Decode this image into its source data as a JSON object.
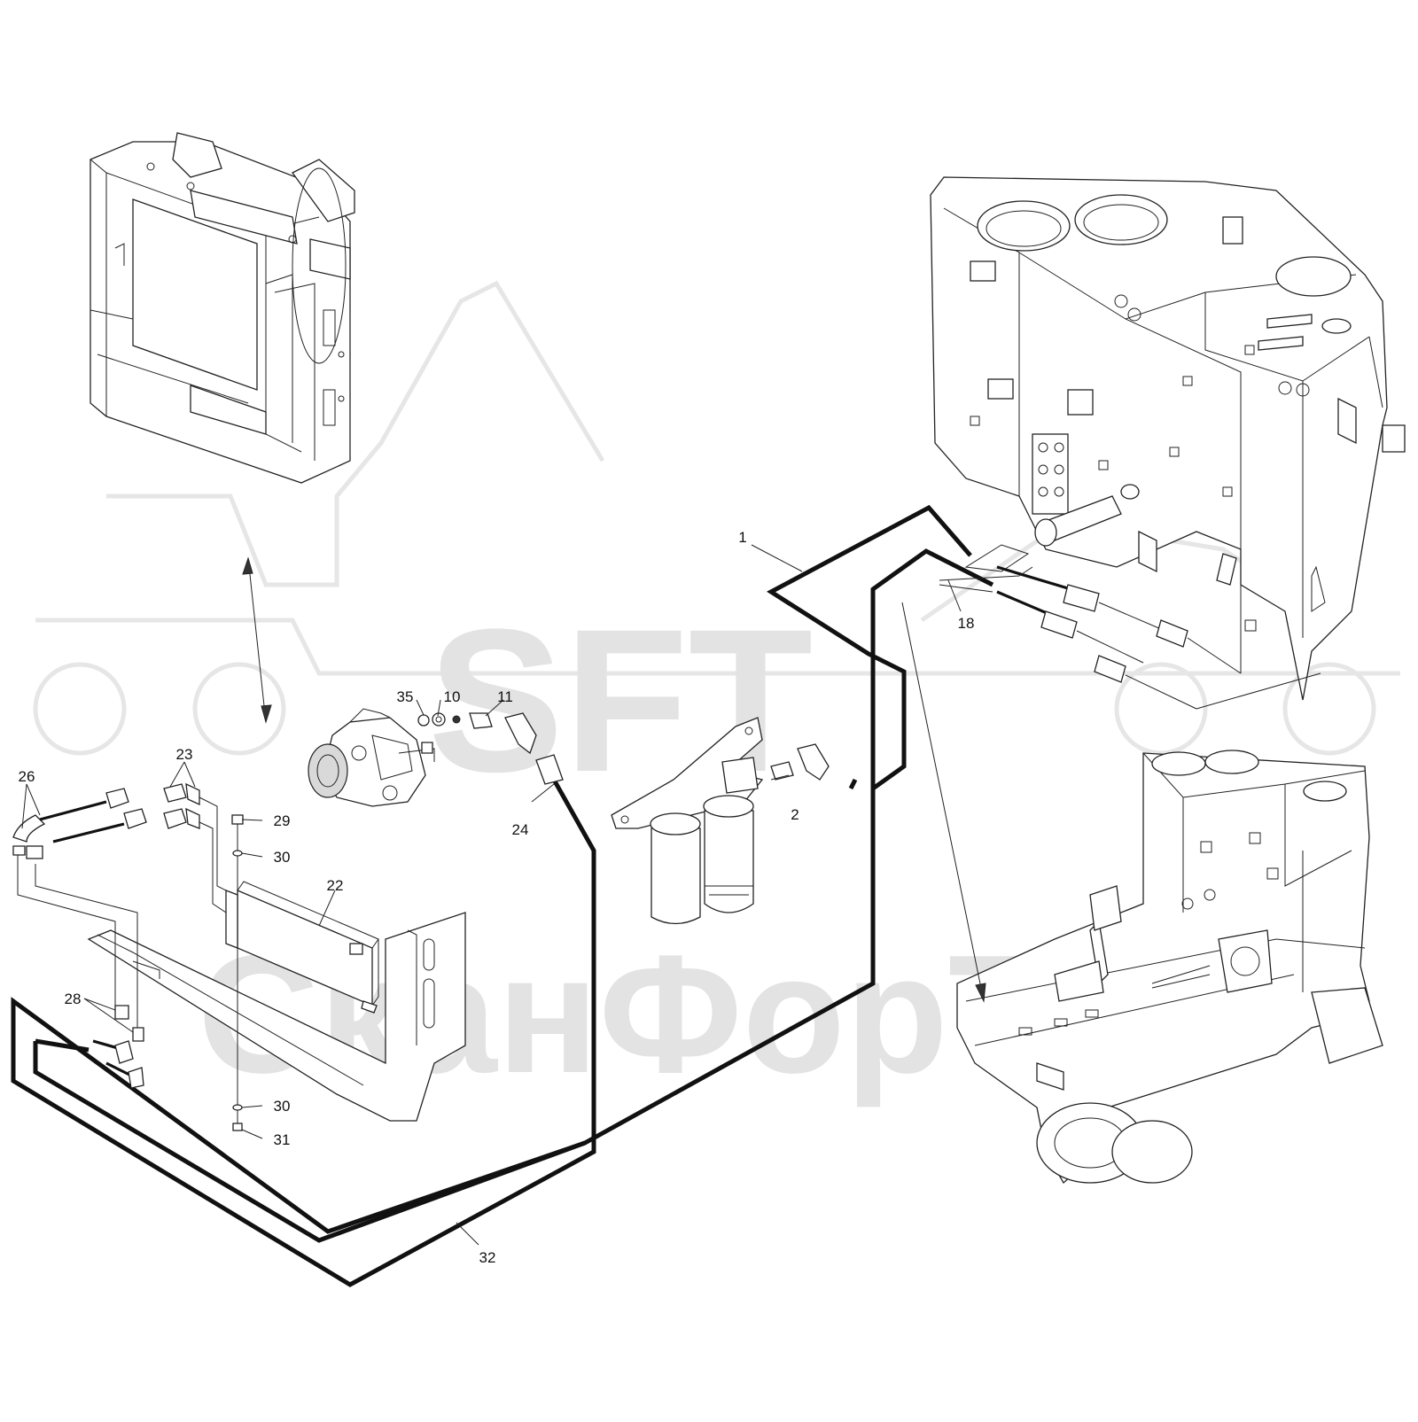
{
  "watermark": {
    "brand": "SFT",
    "name": "СканФорТек"
  },
  "callouts": [
    {
      "id": "c1",
      "label": "1"
    },
    {
      "id": "c2",
      "label": "2"
    },
    {
      "id": "c10",
      "label": "10"
    },
    {
      "id": "c11",
      "label": "11"
    },
    {
      "id": "c18",
      "label": "18"
    },
    {
      "id": "c22",
      "label": "22"
    },
    {
      "id": "c23",
      "label": "23"
    },
    {
      "id": "c24",
      "label": "24"
    },
    {
      "id": "c26",
      "label": "26"
    },
    {
      "id": "c28",
      "label": "28"
    },
    {
      "id": "c29",
      "label": "29"
    },
    {
      "id": "c30a",
      "label": "30"
    },
    {
      "id": "c30b",
      "label": "30"
    },
    {
      "id": "c31",
      "label": "31"
    },
    {
      "id": "c32",
      "label": "32"
    },
    {
      "id": "c35",
      "label": "35"
    }
  ]
}
